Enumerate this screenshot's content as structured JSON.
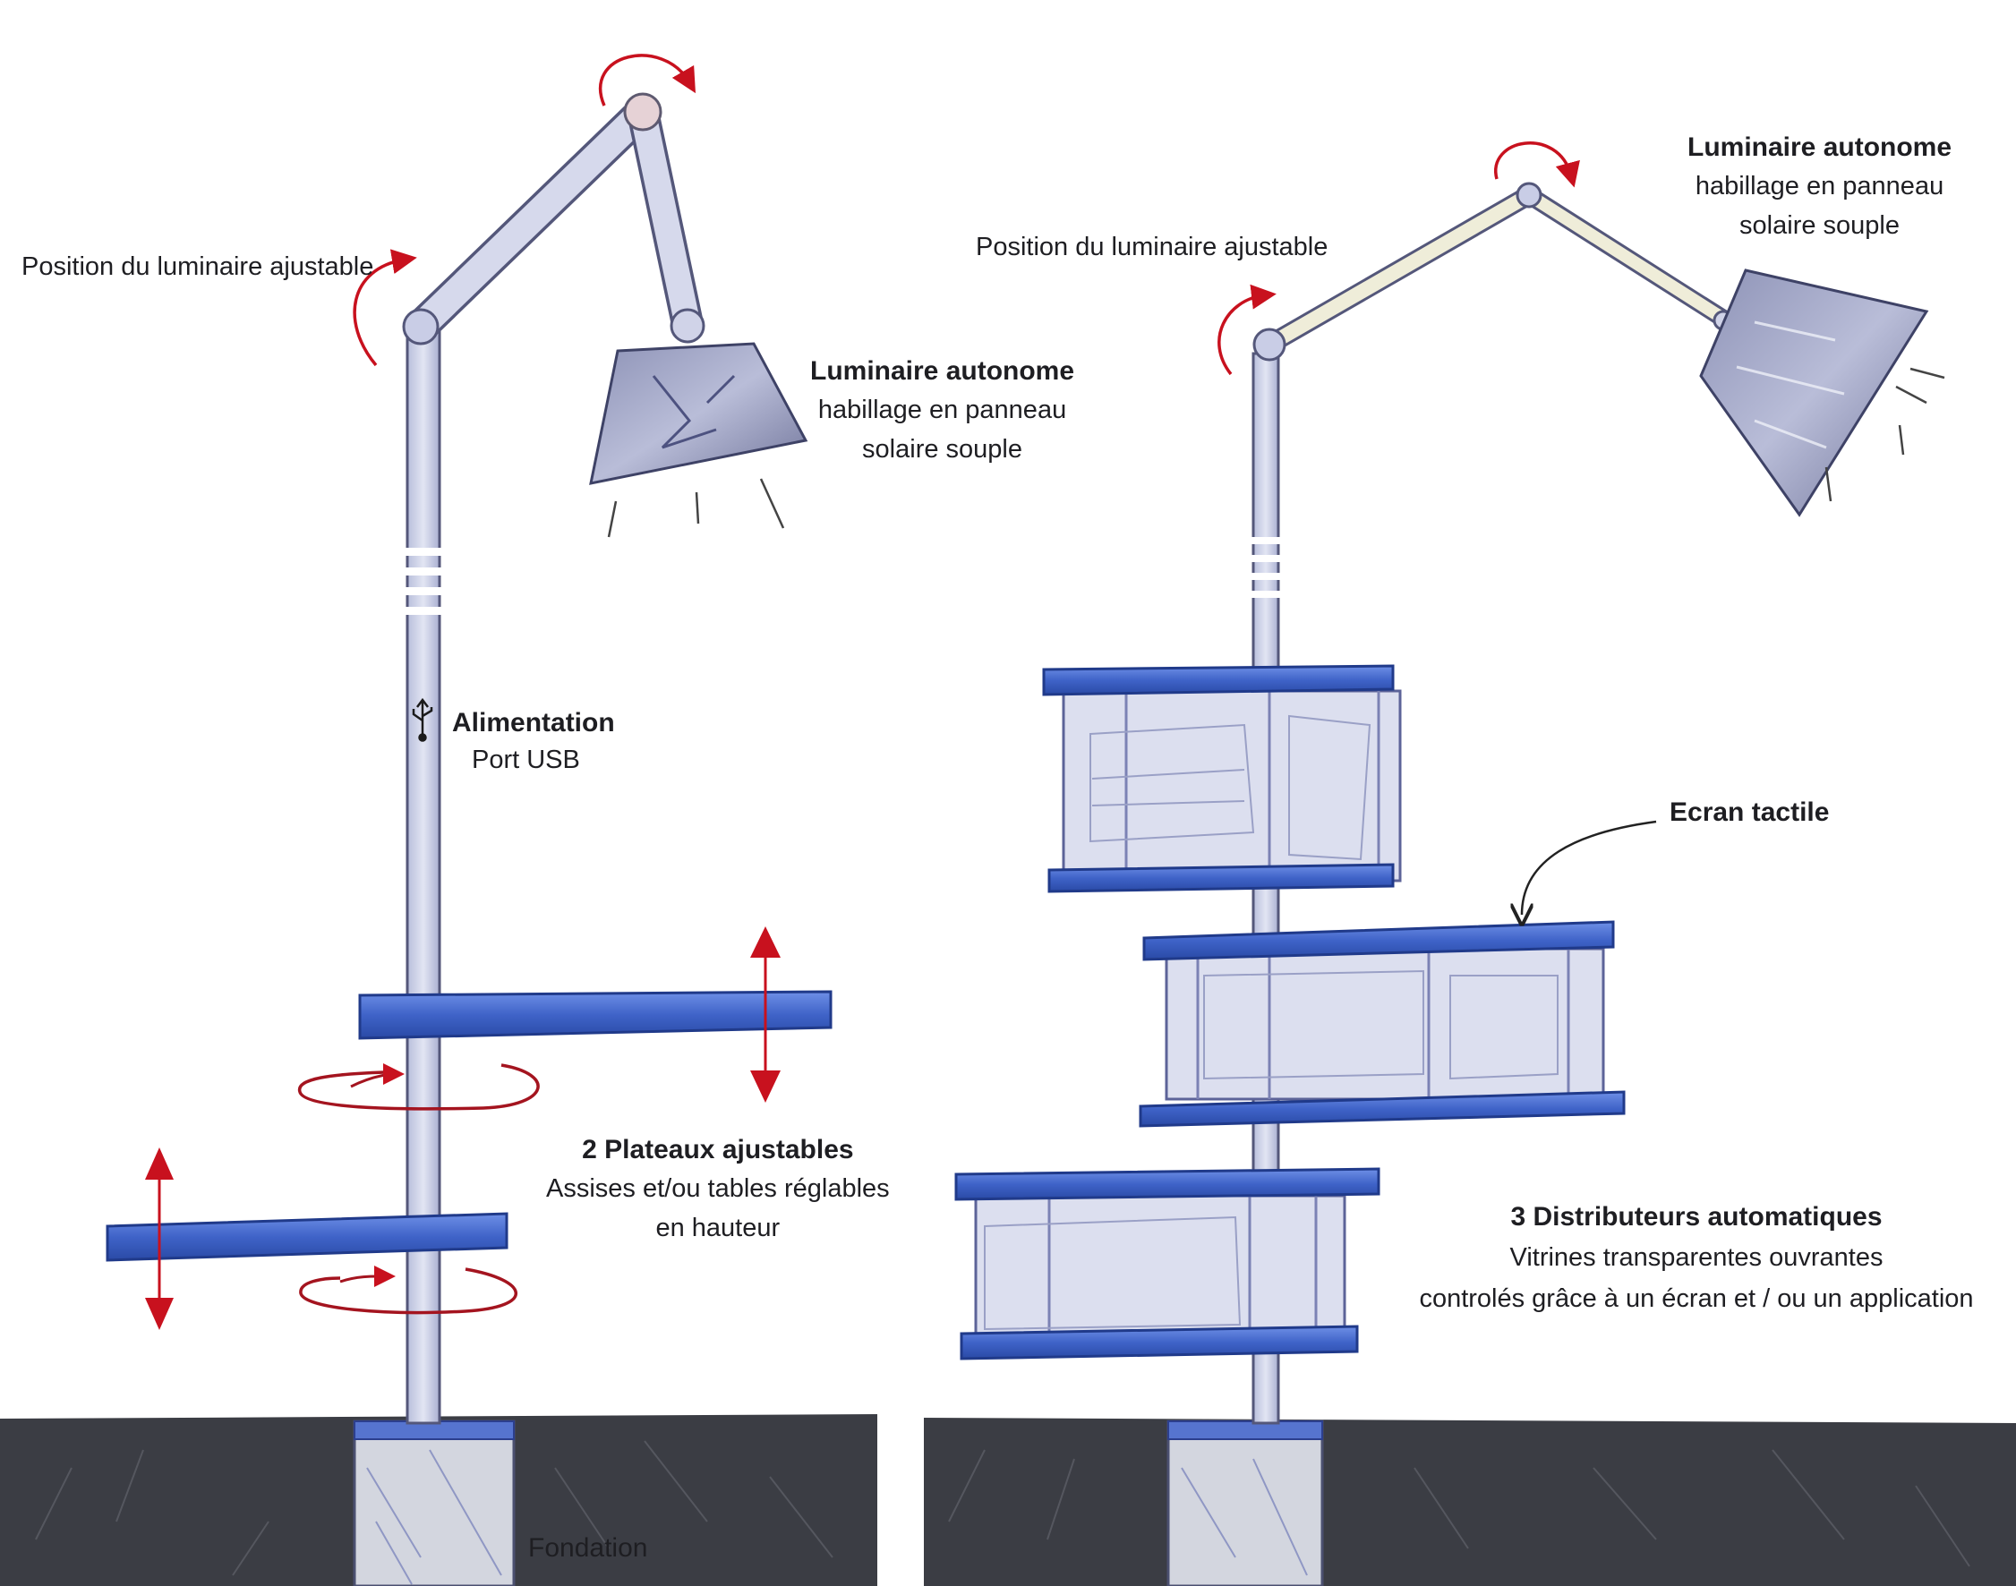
{
  "colors": {
    "ground": "#3b3d44",
    "pole": "#c9cde6",
    "pole_stroke": "#54577a",
    "tray": "#4a6ed2",
    "tray_stroke": "#203a8a",
    "arrow_red": "#c8111e",
    "glass": "#dcdfef",
    "foundation": "#d3d6df"
  },
  "left": {
    "position_label": "Position du luminaire ajustable",
    "luminaire": {
      "title": "Luminaire autonome",
      "line1": "habillage en panneau",
      "line2": "solaire souple"
    },
    "alimentation": {
      "title": "Alimentation",
      "sub": "Port USB"
    },
    "plateaux": {
      "title": "2 Plateaux ajustables",
      "line1": "Assises et/ou tables réglables",
      "line2": "en hauteur"
    },
    "fondation": "Fondation"
  },
  "right": {
    "position_label": "Position du luminaire ajustable",
    "luminaire": {
      "title": "Luminaire autonome",
      "line1": "habillage en panneau",
      "line2": "solaire souple"
    },
    "ecran": "Ecran tactile",
    "distributeurs": {
      "title": "3 Distributeurs automatiques",
      "line1": "Vitrines transparentes ouvrantes",
      "line2": "controlés grâce à un écran et / ou un application"
    }
  }
}
